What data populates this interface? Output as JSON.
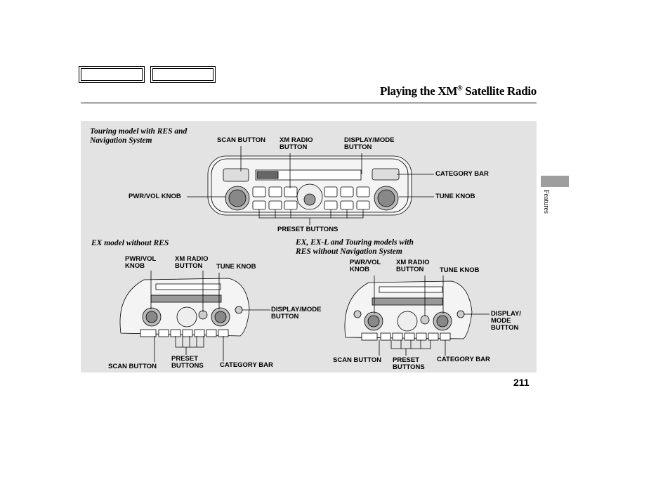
{
  "header": {
    "title_main": "Playing the XM",
    "title_sup": "®",
    "title_rest": " Satellite Radio"
  },
  "side_tab": {
    "label": "Features"
  },
  "page_number": "211",
  "figure_top": {
    "caption": "Touring model with RES and\nNavigation System",
    "labels": {
      "scan": "SCAN BUTTON",
      "xm": "XM RADIO\nBUTTON",
      "display": "DISPLAY/MODE\nBUTTON",
      "category": "CATEGORY BAR",
      "pwr": "PWR/VOL KNOB",
      "tune": "TUNE KNOB",
      "preset": "PRESET BUTTONS"
    }
  },
  "figure_left": {
    "caption": "EX model without RES",
    "labels": {
      "pwr": "PWR/VOL\nKNOB",
      "xm": "XM RADIO\nBUTTON",
      "tune": "TUNE KNOB",
      "display": "DISPLAY/MODE\nBUTTON",
      "scan": "SCAN BUTTON",
      "preset": "PRESET\nBUTTONS",
      "category": "CATEGORY BAR"
    }
  },
  "figure_right": {
    "caption": "EX, EX-L and Touring models with\nRES without Navigation System",
    "labels": {
      "pwr": "PWR/VOL\nKNOB",
      "xm": "XM RADIO\nBUTTON",
      "tune": "TUNE KNOB",
      "display": "DISPLAY/\nMODE\nBUTTON",
      "scan": "SCAN BUTTON",
      "preset": "PRESET\nBUTTONS",
      "category": "CATEGORY BAR"
    }
  }
}
